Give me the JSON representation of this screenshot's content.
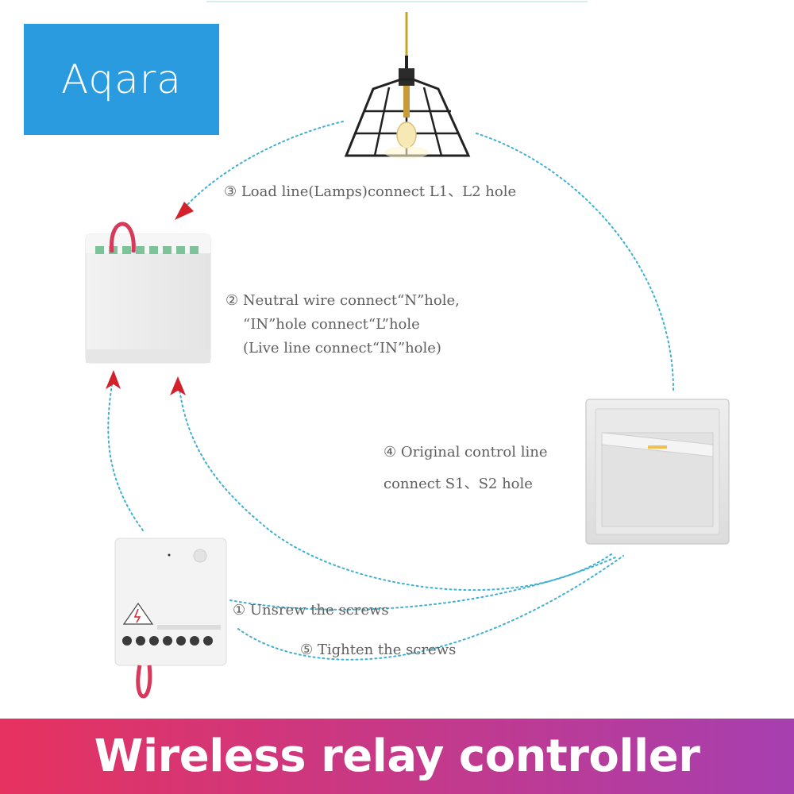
{
  "brand": {
    "logo_text": "Aqara",
    "logo_color": "#2a9bdf"
  },
  "steps": {
    "step3": "③ Load line(Lamps)connect L1、L2 hole",
    "step2_line1": "② Neutral wire connect“N”hole,",
    "step2_line2": "“IN”hole connect“L”hole",
    "step2_line3": "(Live line connect“IN”hole)",
    "step4_line1": "④ Original control line",
    "step4_line2": "connect S1、S2 hole",
    "step1": "① Unsrew the screws",
    "step5": "⑤ Tighten the screws"
  },
  "banner": {
    "title": "Wireless relay controller",
    "gradient_start": "#e6325f",
    "gradient_end": "#a73fb0"
  },
  "colors": {
    "dotted_line": "#3fb0cf",
    "arrow": "#d3202a",
    "wire": "#d63a5a"
  },
  "icons": [
    "pendant-lamp-icon",
    "relay-module-icon",
    "wall-switch-icon",
    "relay-board-icon"
  ]
}
